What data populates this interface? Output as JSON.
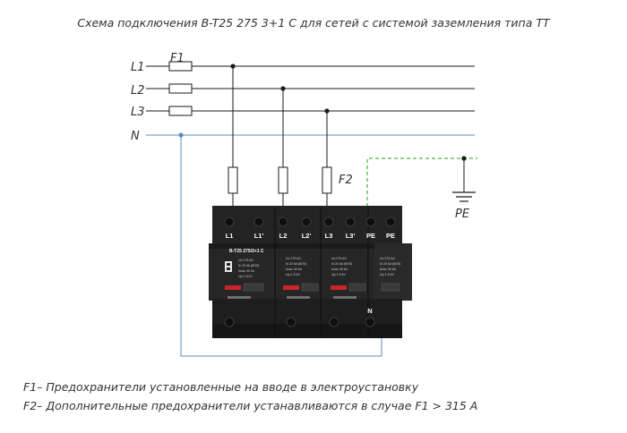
{
  "title": "Схема подключения B-T25 275 3+1 C для сетей с системой заземления  типа TT",
  "lines": {
    "l1": "L1",
    "l2": "L2",
    "l3": "L3",
    "n": "N"
  },
  "fuses": {
    "f1": "F1",
    "f2": "F2"
  },
  "ground": "PE",
  "device": {
    "model": "B-T25 275/3+1 C",
    "terminals_top": [
      "L1",
      "L1'",
      "L2",
      "L2'",
      "L3",
      "L3'",
      "PE",
      "PE"
    ],
    "terminal_bottom": "N",
    "module_spec_lines": [
      "Uc 275 AC",
      "In 20 kA (8/20)",
      "Imax 40 kA",
      "Up 1.5 kV"
    ]
  },
  "notes": {
    "note1": "F1– Предохранители установленные на вводе в электроустановку",
    "note2": "F2– Дополнительные предохранители устанавливаются в случае F1 > 315 А"
  },
  "colors": {
    "wire": "#1a1a1a",
    "neutral": "#5b8db8",
    "pe_dashed": "#4cbb3c",
    "device_body": "#1e1e1e",
    "status_red": "#c8262b"
  }
}
